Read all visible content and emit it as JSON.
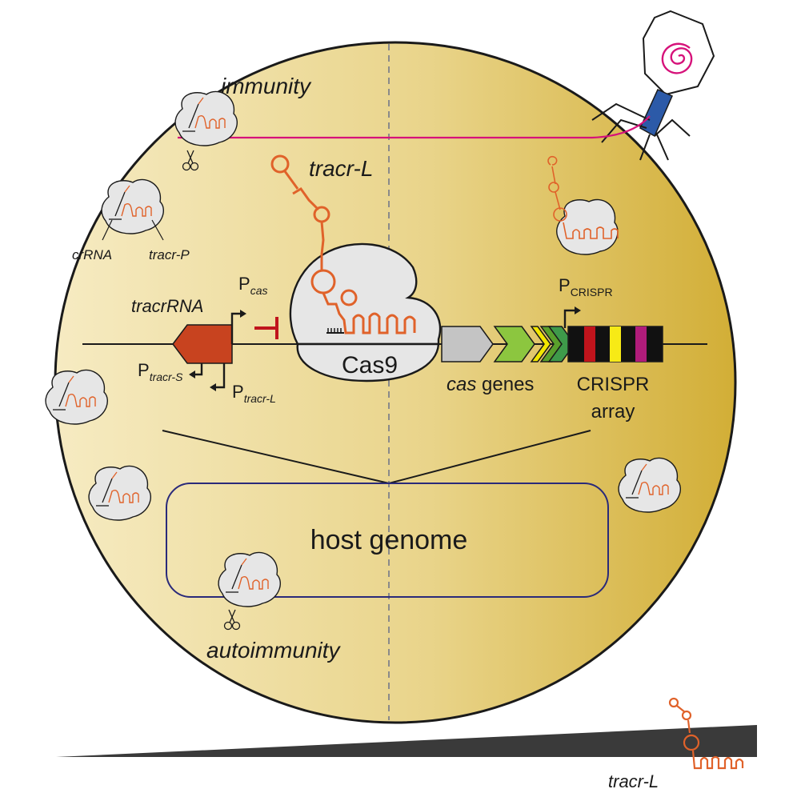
{
  "labels": {
    "immunity": "immunity",
    "autoimmunity": "autoimmunity",
    "tracr_l_top": "tracr-L",
    "tracr_l_bottom": "tracr-L",
    "crrna": "crRNA",
    "tracr_p": "tracr-P",
    "tracrrna": "tracrRNA",
    "p_cas_main": "P",
    "p_cas_sub": "cas",
    "p_crispr_main": "P",
    "p_crispr_sub": "CRISPR",
    "p_tracr_s_main": "P",
    "p_tracr_s_sub": "tracr-S",
    "p_tracr_l_main": "P",
    "p_tracr_l_sub": "tracr-L",
    "cas9": "Cas9",
    "cas_genes_italic": "cas",
    "cas_genes_rest": " genes",
    "crispr_line1": "CRISPR",
    "crispr_line2": "array",
    "host_genome": "host genome"
  },
  "colors": {
    "cell_light": "#f3e6b3",
    "cell_dark": "#d6b43c",
    "rna_orange": "#e0622a",
    "tracr_gene": "#c8431f",
    "repressor": "#c0141c",
    "phage_pink": "#d6127a",
    "phage_blue": "#2c5aa8",
    "genome_navy": "#2a2a7a",
    "protein_gray": "#e6e6e6",
    "cas_gray": "#c4c4c4",
    "cas_green1": "#8cc63f",
    "cas_green2": "#5aa02c",
    "cas_green3": "#3e9a4a",
    "cas_yellow": "#f2e600",
    "spacer_red": "#c0141c",
    "spacer_yellow": "#f7ea16",
    "spacer_magenta": "#b01c7a"
  },
  "icons": [
    "phage-icon",
    "scissors-icon",
    "cas9-complex-icon",
    "promoter-arrow-icon",
    "repression-bar-icon"
  ]
}
